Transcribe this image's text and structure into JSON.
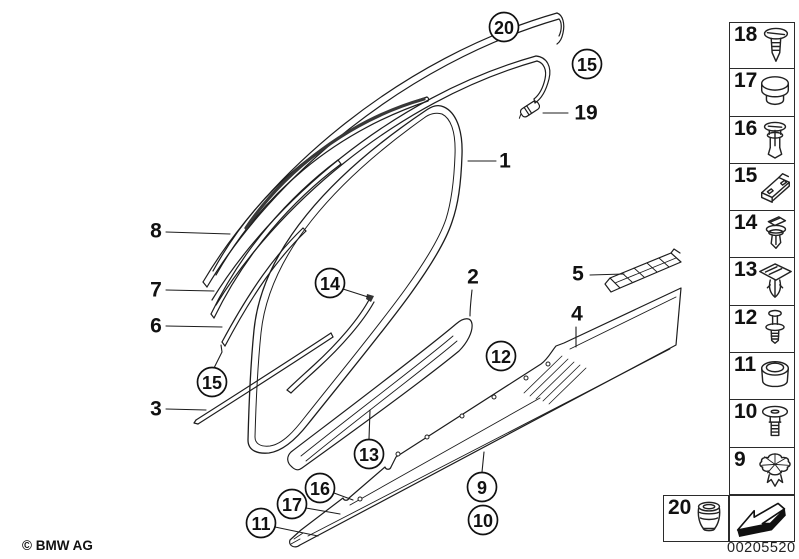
{
  "footer": {
    "copyright": "© BMW AG",
    "image_number": "00205520"
  },
  "drawing": {
    "plain_callouts": [
      {
        "label": "1"
      },
      {
        "label": "2"
      },
      {
        "label": "3"
      },
      {
        "label": "4"
      },
      {
        "label": "5"
      },
      {
        "label": "6"
      },
      {
        "label": "7"
      },
      {
        "label": "8"
      },
      {
        "label": "19"
      }
    ],
    "circled_callouts": [
      {
        "label": "20"
      },
      {
        "label": "15"
      },
      {
        "label": "14"
      },
      {
        "label": "15"
      },
      {
        "label": "12"
      },
      {
        "label": "13"
      },
      {
        "label": "16"
      },
      {
        "label": "17"
      },
      {
        "label": "11"
      },
      {
        "label": "9"
      },
      {
        "label": "10"
      }
    ]
  },
  "panel": {
    "items": [
      {
        "label": "18",
        "icon": "tapping-screw-icon"
      },
      {
        "label": "17",
        "icon": "cover-cap-icon"
      },
      {
        "label": "16",
        "icon": "expanding-rivet-icon"
      },
      {
        "label": "15",
        "icon": "sheet-metal-clip-icon"
      },
      {
        "label": "14",
        "icon": "square-head-clip-icon"
      },
      {
        "label": "13",
        "icon": "flat-top-clip-icon"
      },
      {
        "label": "12",
        "icon": "pin-rivet-icon"
      },
      {
        "label": "11",
        "icon": "grommet-icon"
      },
      {
        "label": "10",
        "icon": "round-head-rivet-icon"
      },
      {
        "label": "9",
        "icon": "star-clip-icon"
      }
    ],
    "bottom_item": {
      "label": "20",
      "icon": "cone-plug-icon"
    }
  }
}
